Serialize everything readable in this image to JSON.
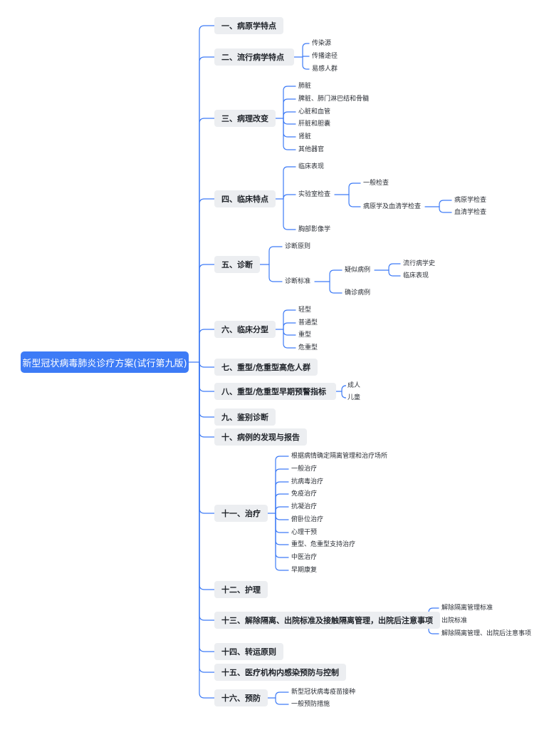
{
  "root": "新型冠状病毒肺炎诊疗方案(试行第九版)",
  "colors": {
    "root_bg": "#3d7bf6",
    "line": "#3d7bf6",
    "node_bg": "#eceef1"
  },
  "branches": [
    {
      "label": "一、病原学特点",
      "children": []
    },
    {
      "label": "二、流行病学特点",
      "children": [
        {
          "label": "传染源"
        },
        {
          "label": "传播途径"
        },
        {
          "label": "易感人群"
        }
      ]
    },
    {
      "label": "三、病理改变",
      "children": [
        {
          "label": "肺脏"
        },
        {
          "label": "脾脏、肺门淋巴结和骨髓"
        },
        {
          "label": "心脏和血管"
        },
        {
          "label": "肝脏和胆囊"
        },
        {
          "label": "肾脏"
        },
        {
          "label": "其他器官"
        }
      ]
    },
    {
      "label": "四、临床特点",
      "children": [
        {
          "label": "临床表现"
        },
        {
          "label": "实验室检查",
          "children": [
            {
              "label": "一般检查"
            },
            {
              "label": "病原学及血清学检查",
              "children": [
                {
                  "label": "病原学检查"
                },
                {
                  "label": "血清学检查"
                }
              ]
            }
          ]
        },
        {
          "label": "胸部影像学"
        }
      ]
    },
    {
      "label": "五、诊断",
      "children": [
        {
          "label": "诊断原则"
        },
        {
          "label": "诊断标准",
          "children": [
            {
              "label": "疑似病例",
              "children": [
                {
                  "label": "流行病学史"
                },
                {
                  "label": "临床表现"
                }
              ]
            },
            {
              "label": "确诊病例"
            }
          ]
        }
      ]
    },
    {
      "label": "六、临床分型",
      "children": [
        {
          "label": "轻型"
        },
        {
          "label": "普通型"
        },
        {
          "label": "重型"
        },
        {
          "label": "危重型"
        }
      ]
    },
    {
      "label": "七、重型/危重型高危人群",
      "children": []
    },
    {
      "label": "八、重型/危重型早期预警指标",
      "children": [
        {
          "label": "成人"
        },
        {
          "label": "儿童"
        }
      ]
    },
    {
      "label": "九、鉴别诊断",
      "children": []
    },
    {
      "label": "十、病例的发现与报告",
      "children": []
    },
    {
      "label": "十一、治疗",
      "children": [
        {
          "label": "根据病情确定隔离管理和治疗场所"
        },
        {
          "label": "一般治疗"
        },
        {
          "label": "抗病毒治疗"
        },
        {
          "label": "免疫治疗"
        },
        {
          "label": "抗凝治疗"
        },
        {
          "label": "俯卧位治疗"
        },
        {
          "label": "心理干预"
        },
        {
          "label": "重型、危重型支持治疗"
        },
        {
          "label": "中医治疗"
        },
        {
          "label": "早期康复"
        }
      ]
    },
    {
      "label": "十二、护理",
      "children": []
    },
    {
      "label": "十三、解除隔离、出院标准及接触隔离管理，出院后注意事项",
      "children": [
        {
          "label": "解除隔离管理标准"
        },
        {
          "label": "出院标准"
        },
        {
          "label": "解除隔离管理、出院后注意事项"
        }
      ]
    },
    {
      "label": "十四、转运原则",
      "children": []
    },
    {
      "label": "十五、医疗机构内感染预防与控制",
      "children": []
    },
    {
      "label": "十六、预防",
      "children": [
        {
          "label": "新型冠状病毒疫苗接种"
        },
        {
          "label": "一般预防措施"
        }
      ]
    }
  ]
}
